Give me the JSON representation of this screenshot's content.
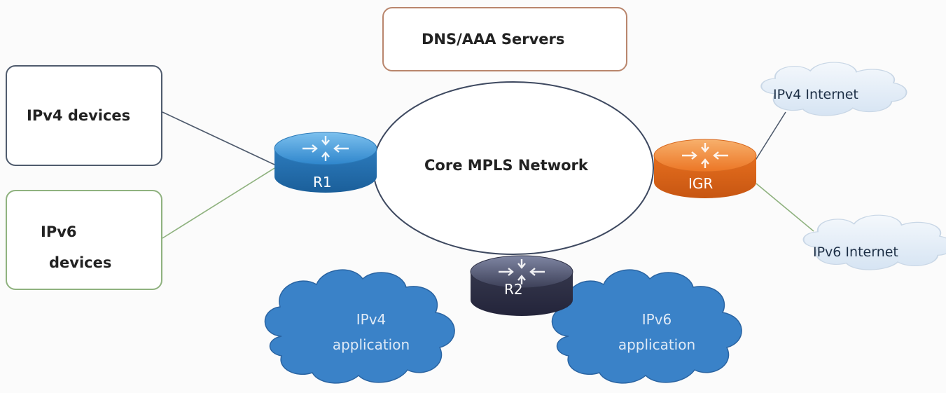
{
  "diagram": {
    "servers": "DNS/AAA Servers",
    "ipv4_devices": "IPv4 devices",
    "ipv6_devices_line1": "IPv6",
    "ipv6_devices_line2": "devices",
    "core_network": "Core MPLS Network",
    "router_r1": "R1",
    "router_igr": "IGR",
    "router_r2": "R2",
    "ipv4_internet": "IPv4 Internet",
    "ipv6_internet": "IPv6 Internet",
    "ipv4_app_line1": "IPv4",
    "ipv4_app_line2": "application",
    "ipv6_app_line1": "IPv6",
    "ipv6_app_line2": "application"
  },
  "colors": {
    "router_r1": "#3a8fd0",
    "router_igr": "#ee7a2a",
    "router_r2": "#3b3d52",
    "app_cloud": "#3a82c8",
    "internet_cloud": "#e3eef9",
    "ipv4_link": "#4f5b6d",
    "ipv6_link": "#8fb27f"
  },
  "icons": [
    "router-icon",
    "cloud-icon"
  ]
}
